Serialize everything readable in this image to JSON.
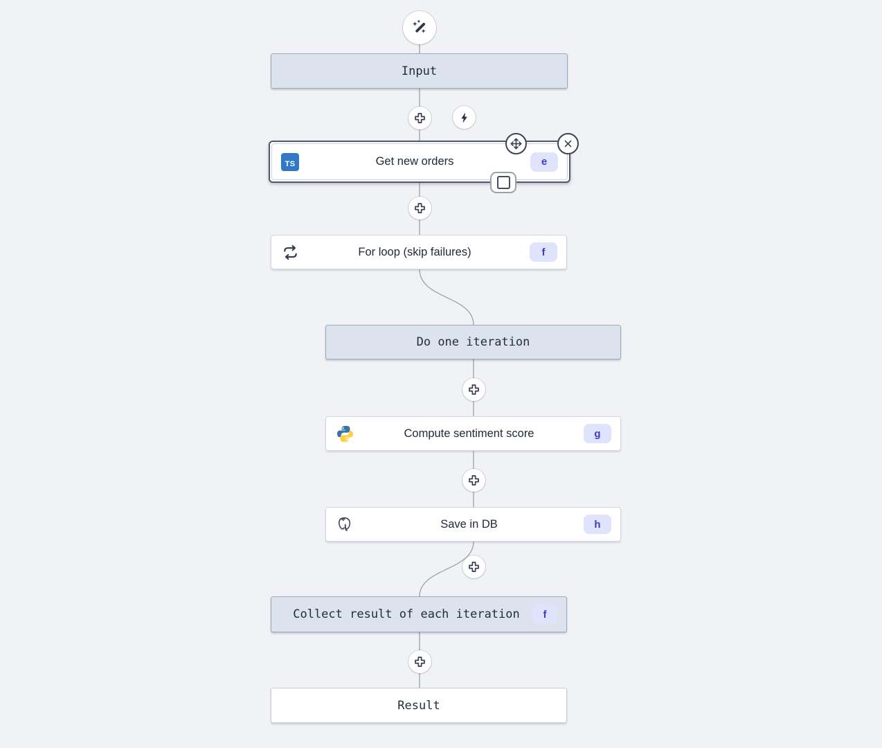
{
  "canvas": {
    "background": "#f0f2f6",
    "connector_color": "#9aa0ab"
  },
  "icons": {
    "ts_label": "TS"
  },
  "nodes": {
    "input": {
      "label": "Input"
    },
    "get_new_orders": {
      "label": "Get new orders",
      "badge": "e",
      "language": "typescript",
      "selected": true
    },
    "for_loop": {
      "label": "For loop (skip failures)",
      "badge": "f",
      "icon": "loop"
    },
    "do_one_iteration": {
      "label": "Do one iteration"
    },
    "compute_sentiment": {
      "label": "Compute sentiment score",
      "badge": "g",
      "language": "python"
    },
    "save_in_db": {
      "label": "Save in DB",
      "badge": "h",
      "language": "postgresql"
    },
    "collect_result": {
      "label": "Collect result of each iteration",
      "badge": "f"
    },
    "result": {
      "label": "Result"
    }
  },
  "colors": {
    "badge_bg": "#dfe3fc",
    "badge_text": "#4338ca",
    "ts_blue": "#3178c6",
    "virtual_node_bg": "#dce3ee",
    "selected_border": "#4e5868"
  }
}
